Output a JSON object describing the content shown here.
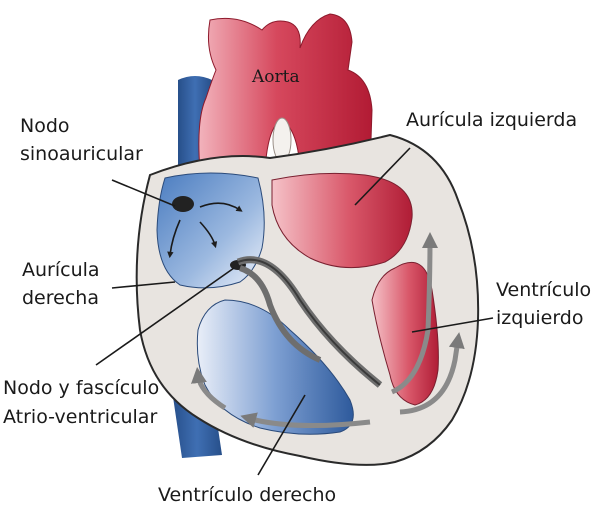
{
  "labels": {
    "aorta": "Aorta",
    "sa_node_line1": "Nodo",
    "sa_node_line2": "sinoauricular",
    "left_atrium": "Aurícula izquierda",
    "right_atrium_line1": "Aurícula",
    "right_atrium_line2": "derecha",
    "left_ventricle_line1": "Ventrículo",
    "left_ventricle_line2": "izquierdo",
    "av_node_line1": "Nodo y fascículo",
    "av_node_line2": "Atrio-ventricular",
    "right_ventricle": "Ventrículo derecho"
  },
  "colors": {
    "arterial_red": "#c8243c",
    "venous_blue": "#2c5f9e",
    "wall_gray": "#e6e3df",
    "conduction_gray": "#6e6e6e"
  },
  "icons": {
    "impulse_arrows": "arrow-icon"
  }
}
